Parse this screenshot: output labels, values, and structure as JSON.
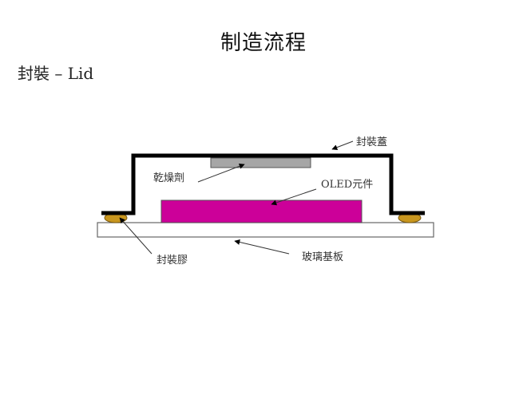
{
  "slide": {
    "title": "制造流程",
    "subtitle": "封裝 – Lid"
  },
  "diagram": {
    "labels": {
      "lid": "封裝蓋",
      "desiccant": "乾燥劑",
      "oled": "OLED元件",
      "sealant": "封裝膠",
      "substrate": "玻璃基板"
    },
    "colors": {
      "lid": "#000000",
      "desiccant": "#a6a6a6",
      "oled": "#cc0099",
      "sealant": "#c8961e",
      "substrate": "#ffffff",
      "outline": "#555555"
    }
  }
}
